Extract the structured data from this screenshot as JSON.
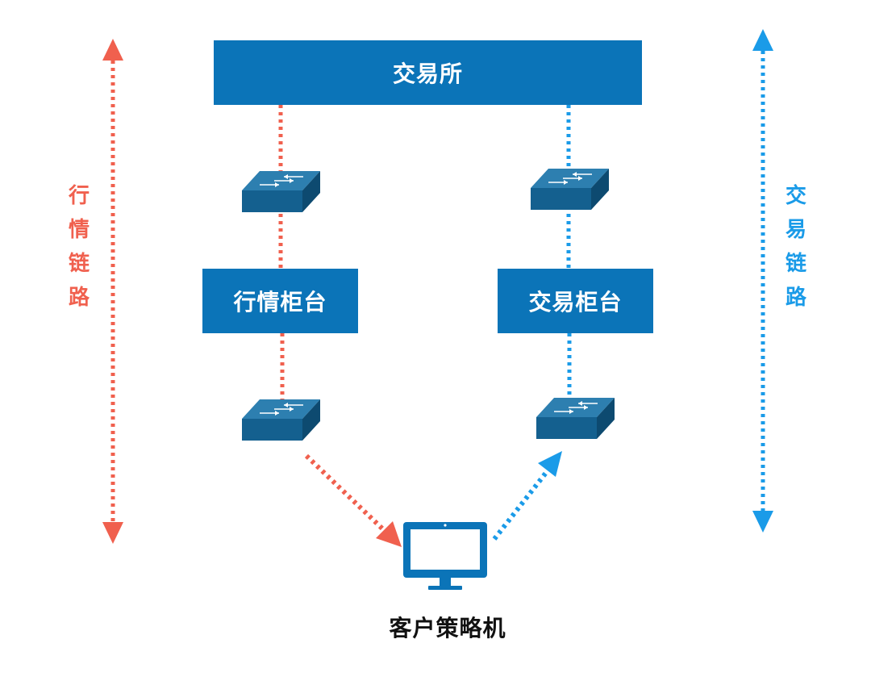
{
  "colors": {
    "market": "#f0604e",
    "trade": "#1a9be8",
    "box": "#0b74b8",
    "switch_top": "#2d7fb0",
    "switch_front": "#14608f",
    "switch_side": "#0d4a70"
  },
  "nodes": {
    "exchange": "交易所",
    "market_counter": "行情柜台",
    "trade_counter": "交易柜台",
    "client": "客户策略机"
  },
  "links": {
    "market": "行情链路",
    "trade": "交易链路"
  },
  "icons": [
    "network-switch-icon",
    "monitor-icon"
  ]
}
